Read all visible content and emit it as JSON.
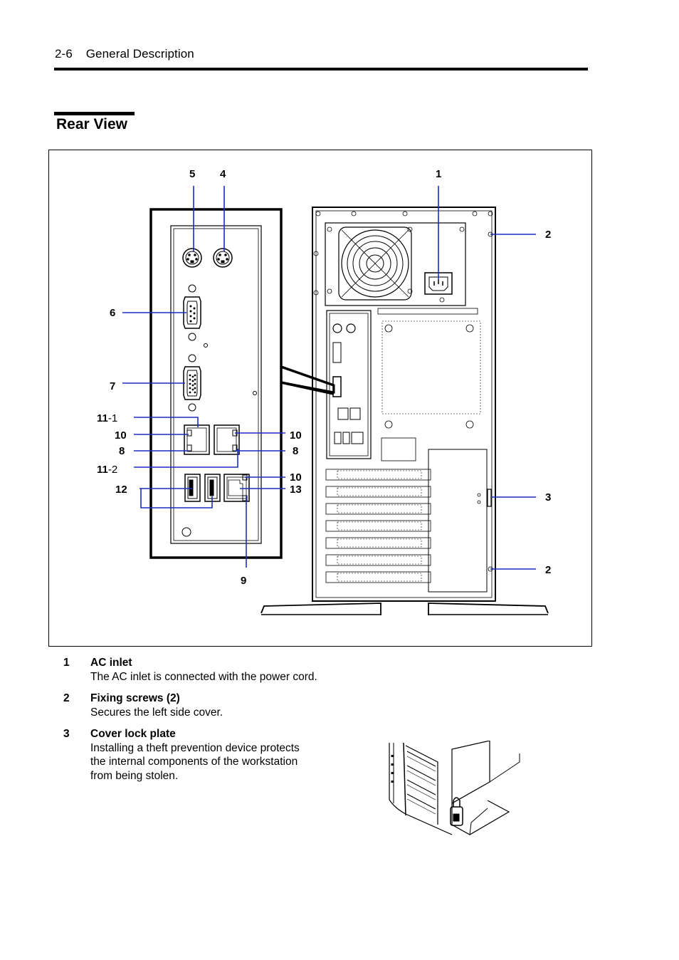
{
  "header": {
    "page_number": "2-6",
    "section": "General Description"
  },
  "title": "Rear View",
  "callouts": {
    "c1": "1",
    "c2a": "2",
    "c2b": "2",
    "c3": "3",
    "c4": "4",
    "c5": "5",
    "c6": "6",
    "c7": "7",
    "c8a": "8",
    "c8b": "8",
    "c9": "9",
    "c10a": "10",
    "c10b": "10",
    "c10c": "10",
    "c11a_main": "11",
    "c11a_sub": "-1",
    "c11b_main": "11",
    "c11b_sub": "-2",
    "c12": "12",
    "c13": "13"
  },
  "items": [
    {
      "number": "1",
      "title": "AC inlet",
      "description": "The AC inlet is connected with the power cord."
    },
    {
      "number": "2",
      "title": "Fixing screws (2)",
      "description": "Secures the left side cover."
    },
    {
      "number": "3",
      "title": "Cover lock plate",
      "description": "Installing a theft prevention device protects the internal components of the workstation from being stolen."
    }
  ],
  "colors": {
    "leader_lines": "#1a2fbf",
    "text": "#000000",
    "rule": "#000000"
  }
}
